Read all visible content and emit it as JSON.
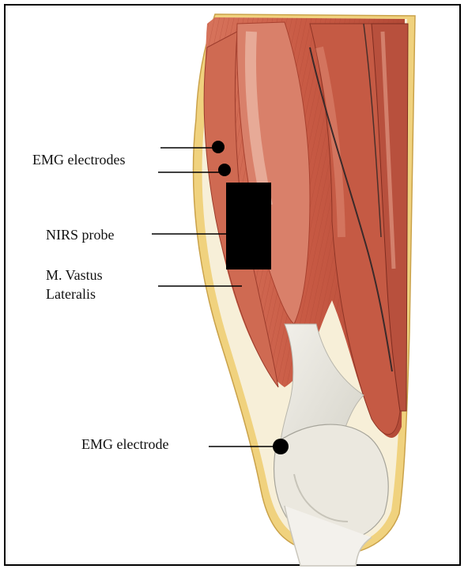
{
  "labels": {
    "emg_electrodes": "EMG electrodes",
    "nirs_probe": "NIRS probe",
    "muscle_line1": "M. Vastus",
    "muscle_line2": "Lateralis",
    "emg_electrode": "EMG electrode"
  },
  "colors": {
    "muscle": "#c9604a",
    "muscle_dark": "#9c3c2c",
    "muscle_light": "#e08a70",
    "tendon": "#e6e4da",
    "skin_edge": "#f1d98c",
    "marker": "#000000"
  }
}
